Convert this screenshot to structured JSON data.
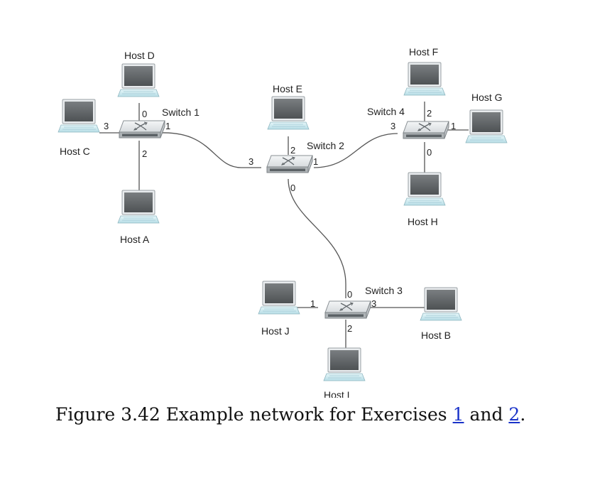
{
  "hosts": {
    "d": "Host D",
    "c": "Host C",
    "a": "Host A",
    "e": "Host E",
    "f": "Host F",
    "g": "Host G",
    "h": "Host H",
    "j": "Host J",
    "b": "Host B",
    "i": "Host I"
  },
  "switches": {
    "s1": "Switch 1",
    "s2": "Switch 2",
    "s3": "Switch 3",
    "s4": "Switch 4"
  },
  "ports": {
    "s1": {
      "p0": "0",
      "p1": "1",
      "p2": "2",
      "p3": "3"
    },
    "s2": {
      "p0": "0",
      "p1": "1",
      "p2": "2",
      "p3": "3"
    },
    "s3": {
      "p0": "0",
      "p1": "1",
      "p2": "2",
      "p3": "3"
    },
    "s4": {
      "p0": "0",
      "p1": "1",
      "p2": "2",
      "p3": "3"
    }
  },
  "caption": {
    "text": "Figure 3.42 Example network for Exercises ",
    "link1": "1",
    "mid": " and ",
    "link2": "2",
    "end": "."
  },
  "colors": {
    "wire": "#555555",
    "switch_body": "#e7eaec",
    "screen": "#5f6366",
    "keyboard": "#cfe9ef",
    "link": "#1a33c9"
  }
}
